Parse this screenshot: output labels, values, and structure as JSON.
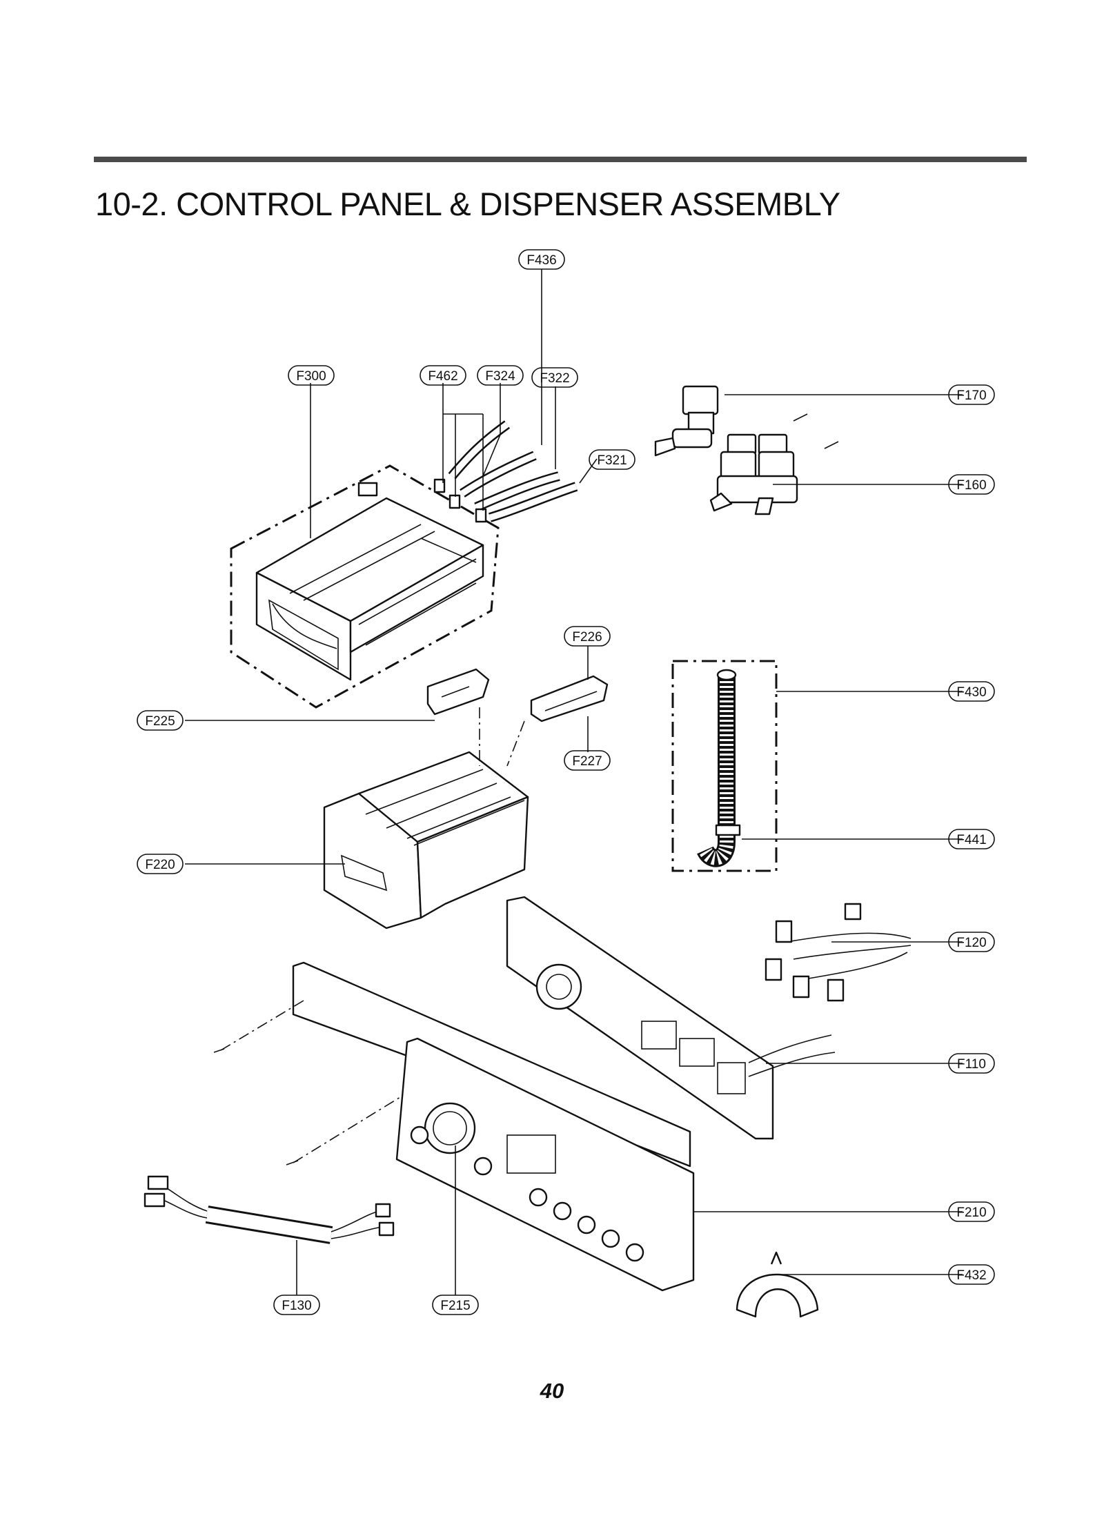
{
  "page": {
    "title": "10-2.  CONTROL PANEL & DISPENSER ASSEMBLY",
    "page_number": "40"
  },
  "callouts": [
    {
      "id": "f436",
      "label": "F436"
    },
    {
      "id": "f300",
      "label": "F300"
    },
    {
      "id": "f462",
      "label": "F462"
    },
    {
      "id": "f324",
      "label": "F324"
    },
    {
      "id": "f322",
      "label": "F322"
    },
    {
      "id": "f170",
      "label": "F170"
    },
    {
      "id": "f321",
      "label": "F321"
    },
    {
      "id": "f160",
      "label": "F160"
    },
    {
      "id": "f226",
      "label": "F226"
    },
    {
      "id": "f430",
      "label": "F430"
    },
    {
      "id": "f225",
      "label": "F225"
    },
    {
      "id": "f227",
      "label": "F227"
    },
    {
      "id": "f441",
      "label": "F441"
    },
    {
      "id": "f220",
      "label": "F220"
    },
    {
      "id": "f120",
      "label": "F120"
    },
    {
      "id": "f110",
      "label": "F110"
    },
    {
      "id": "f210",
      "label": "F210"
    },
    {
      "id": "f432",
      "label": "F432"
    },
    {
      "id": "f130",
      "label": "F130"
    },
    {
      "id": "f215",
      "label": "F215"
    }
  ]
}
